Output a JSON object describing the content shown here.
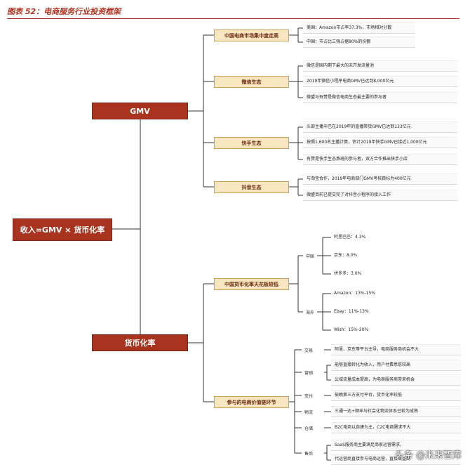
{
  "title": "图表 52：电商服务行业投资框架",
  "root": "收入=GMV × 货币化率",
  "gmv": {
    "label": "GMV",
    "branches": [
      {
        "label": "中国电商市场集中度走高",
        "items": [
          "美国：Amazon市占率37.3%，市场相对分散",
          "中国：市占比三强占据80%的份额"
        ]
      },
      {
        "label": "微信生态",
        "items": [
          "微信是国内剩下最大的未开发流量池",
          "2019年微信小程序电商GMV已达到8,000亿元",
          "微盟与有赞是微信电商生态最主要的参与者"
        ]
      },
      {
        "label": "快手生态",
        "items": [
          "头部主播辛巴在2019年的直播带货GMV已达到133亿元",
          "按照1,600名主播计算，估计2019年快手GMV已接近1,000亿元",
          "有赞是快手生态燕班的参与者，双方合作推出快手小店"
        ]
      },
      {
        "label": "抖音生态",
        "items": [
          "与淘宝合作，2019年电商部门GMV考核目标为400亿元",
          "微盟目前已提交完了对抖音小程序的接入工作"
        ]
      }
    ]
  },
  "monetization": {
    "label": "货币化率",
    "branches": [
      {
        "label": "中国货币化率天花板较低",
        "groups": [
          {
            "label": "中国",
            "items": [
              "阿里巴巴：4.3%",
              "京东：8.0%",
              "拼多多：3.0%"
            ]
          },
          {
            "label": "海外",
            "items": [
              "Amazon：13%-15%",
              "Ebay：11%-13%",
              "Wish：15%-20%"
            ]
          }
        ]
      },
      {
        "label": "参与的电商价值链环节",
        "groups": [
          {
            "label": "交易",
            "items": [
              "阿里、京东等平台主导，电商服务商机会不大"
            ]
          },
          {
            "label": "营销",
            "items": [
              "能够直接转化为收入，用户付费意愿较高",
              "公域流量成本提高，为电商服务商带来机会"
            ]
          },
          {
            "label": "支付",
            "items": [
              "依赖第三方支付平台，货币化率较低"
            ]
          },
          {
            "label": "物流",
            "items": [
              "三通一达+顺丰与社会化物流体系已较为成熟"
            ]
          },
          {
            "label": "仓储",
            "items": [
              "B2C电商以自建为主，C2C电商需求不大"
            ]
          },
          {
            "label": "售后",
            "items": [
              "SaaS服务商主要满足商家运营需求，",
              "代运营商直接参与电商运营，直接效益高"
            ]
          }
        ]
      }
    ]
  },
  "watermark": "头条 @未来智库"
}
